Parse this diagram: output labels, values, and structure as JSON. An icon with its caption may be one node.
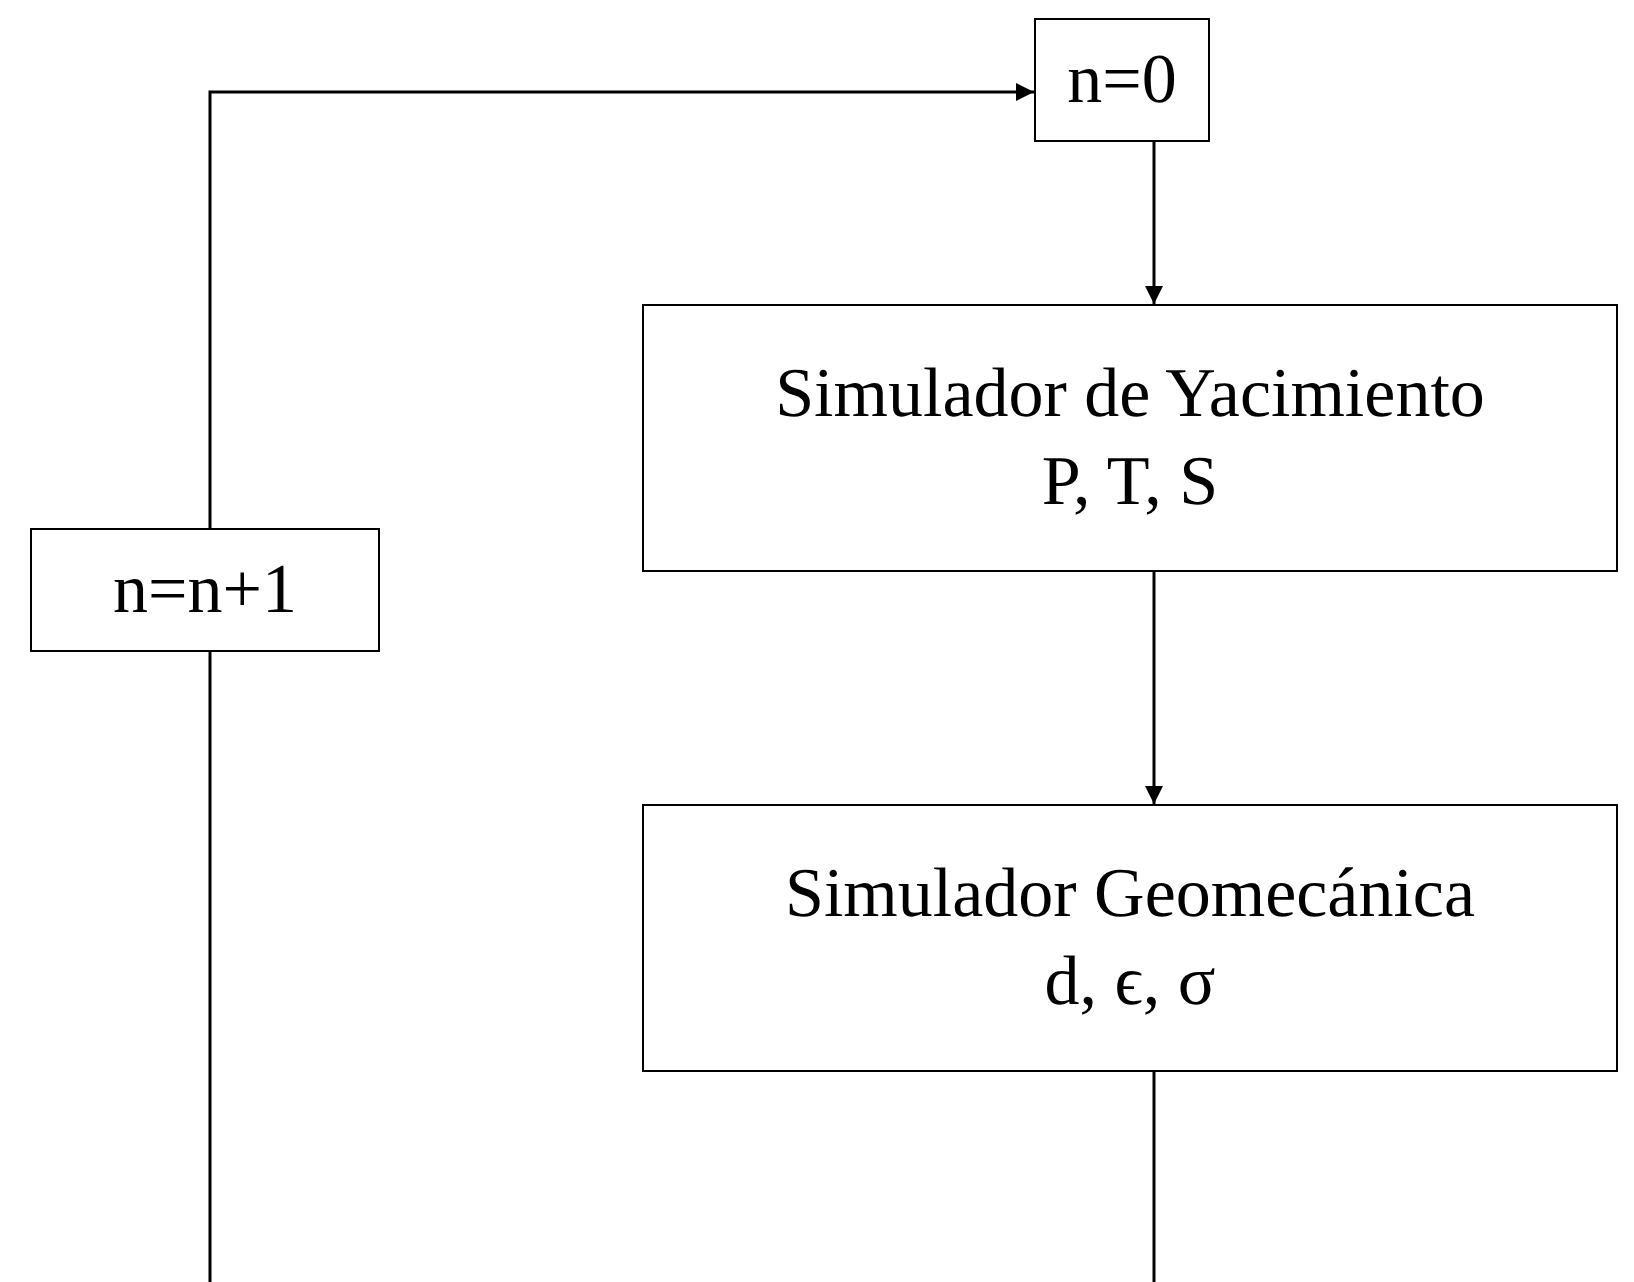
{
  "diagram": {
    "nodes": [
      {
        "text": [
          "n=0"
        ]
      },
      {
        "text": [
          "Simulador de Yacimiento",
          "P, T, S"
        ]
      },
      {
        "text": [
          "n=n+1"
        ]
      },
      {
        "text": [
          "Simulador Geomecánica",
          "d, ϵ, σ"
        ]
      }
    ],
    "edges": [
      {
        "from": 2,
        "to": 0,
        "arrow": "to"
      },
      {
        "from": 0,
        "to": 1,
        "arrow": "to"
      },
      {
        "from": 1,
        "to": 3,
        "arrow": "to"
      },
      {
        "from": 3,
        "to": null,
        "arrow": "none"
      },
      {
        "from": null,
        "to": 2,
        "arrow": "none"
      }
    ]
  }
}
